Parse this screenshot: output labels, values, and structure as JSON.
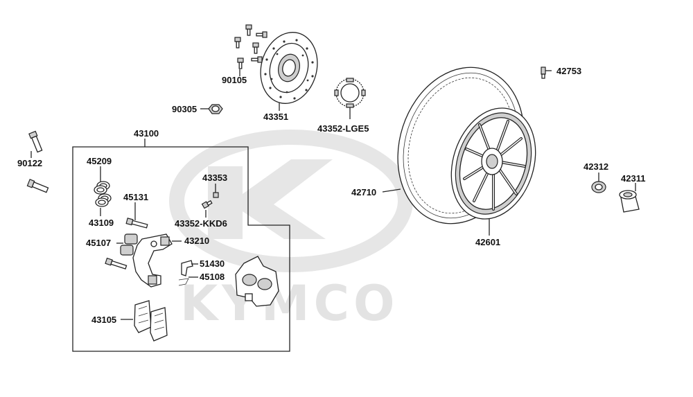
{
  "watermark": {
    "brand": "KYMCO"
  },
  "parts": [
    {
      "id": "p90105",
      "number": "90105"
    },
    {
      "id": "p43351",
      "number": "43351"
    },
    {
      "id": "p90305",
      "number": "90305"
    },
    {
      "id": "p43352lge5",
      "number": "43352-LGE5"
    },
    {
      "id": "p42753",
      "number": "42753"
    },
    {
      "id": "p43100",
      "number": "43100"
    },
    {
      "id": "p90122",
      "number": "90122"
    },
    {
      "id": "p45209",
      "number": "45209"
    },
    {
      "id": "p43353",
      "number": "43353"
    },
    {
      "id": "p45131",
      "number": "45131"
    },
    {
      "id": "p43109",
      "number": "43109"
    },
    {
      "id": "p43352kkd6",
      "number": "43352-KKD6"
    },
    {
      "id": "p45107",
      "number": "45107"
    },
    {
      "id": "p43210",
      "number": "43210"
    },
    {
      "id": "p51430",
      "number": "51430"
    },
    {
      "id": "p45108",
      "number": "45108"
    },
    {
      "id": "p43105",
      "number": "43105"
    },
    {
      "id": "p42710",
      "number": "42710"
    },
    {
      "id": "p42601",
      "number": "42601"
    },
    {
      "id": "p42312",
      "number": "42312"
    },
    {
      "id": "p42311",
      "number": "42311"
    }
  ]
}
